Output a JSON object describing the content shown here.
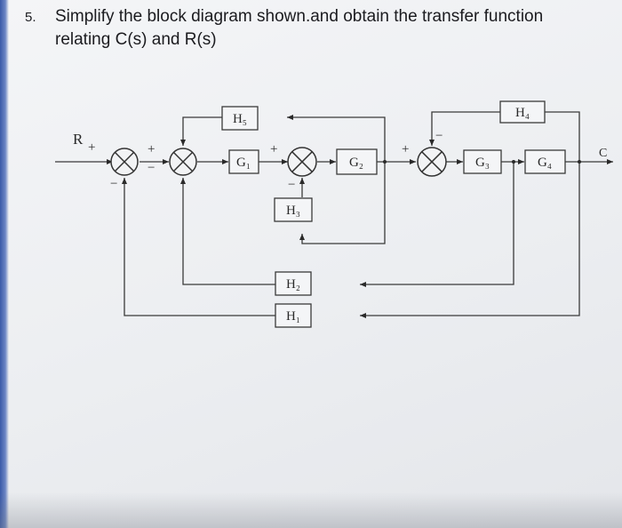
{
  "question": {
    "number": "5.",
    "line1": "Simplify the block diagram shown.and obtain the transfer function",
    "line2": "relating C(s) and R(s)"
  },
  "diagram": {
    "input_label": "R",
    "output_label": "C",
    "blocks": {
      "g1": "G₁",
      "g2": "G₂",
      "g3": "G₃",
      "g4": "G₄",
      "h1": "H₁",
      "h2": "H₂",
      "h3": "H₃",
      "h4": "H₄",
      "h5": "H₅"
    },
    "signs": {
      "s1_in": "+",
      "s1_fb": "−",
      "s2_in": "+",
      "s2_fb": "−",
      "s3_in": "+",
      "s3_fb": "−",
      "s4_in": "+",
      "s4_fb": "−"
    }
  }
}
